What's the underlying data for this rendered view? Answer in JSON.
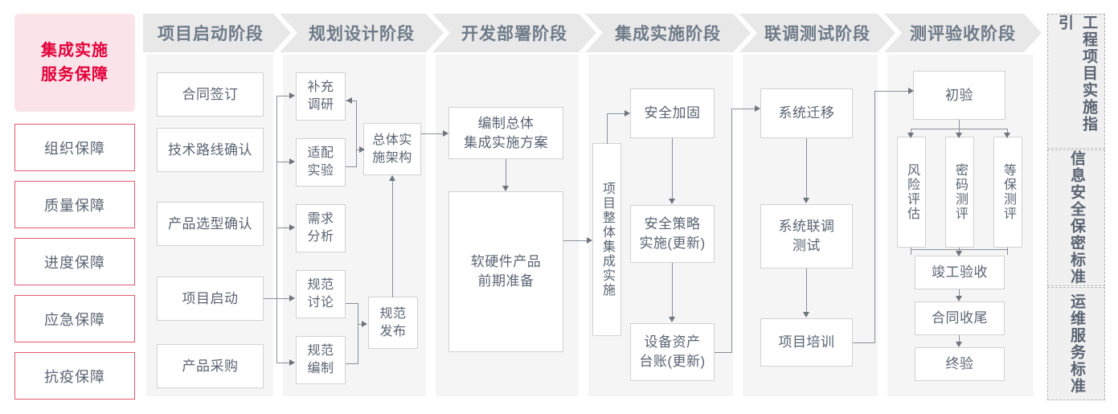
{
  "sidebar": {
    "header": "集成实施\n服务保障",
    "header_line1": "集成实施",
    "header_line2": "服务保障",
    "items": [
      {
        "label": "组织保障"
      },
      {
        "label": "质量保障"
      },
      {
        "label": "进度保障"
      },
      {
        "label": "应急保障"
      },
      {
        "label": "抗疫保障"
      }
    ],
    "accent_color": "#e4003a",
    "header_bg": "#fbe4e9",
    "item_border": "#e05a70"
  },
  "phases": [
    {
      "id": "startup",
      "title": "项目启动阶段",
      "nodes": [
        {
          "label": "合同签订"
        },
        {
          "label": "技术路线确认"
        },
        {
          "label": "产品选型确认"
        },
        {
          "label": "项目启动"
        },
        {
          "label": "产品采购"
        }
      ]
    },
    {
      "id": "planning",
      "title": "规划设计阶段",
      "nodes": [
        {
          "label": "补充\n调研",
          "l1": "补充",
          "l2": "调研"
        },
        {
          "label": "适配\n实验",
          "l1": "适配",
          "l2": "实验"
        },
        {
          "label": "需求\n分析",
          "l1": "需求",
          "l2": "分析"
        },
        {
          "label": "规范\n讨论",
          "l1": "规范",
          "l2": "讨论"
        },
        {
          "label": "规范\n编制",
          "l1": "规范",
          "l2": "编制"
        },
        {
          "label": "总体实\n施架构",
          "l1": "总体实",
          "l2": "施架构"
        },
        {
          "label": "规范\n发布",
          "l1": "规范",
          "l2": "发布"
        }
      ]
    },
    {
      "id": "develop",
      "title": "开发部署阶段",
      "nodes": [
        {
          "label": "编制总体\n集成实施方案",
          "l1": "编制总体",
          "l2": "集成实施方案"
        },
        {
          "label": "软硬件产品\n前期准备",
          "l1": "软硬件产品",
          "l2": "前期准备"
        }
      ]
    },
    {
      "id": "integration",
      "title": "集成实施阶段",
      "nodes": [
        {
          "label": "项目整体集成实施"
        },
        {
          "label": "安全加固"
        },
        {
          "label": "安全策略\n实施(更新)",
          "l1": "安全策略",
          "l2": "实施(更新)"
        },
        {
          "label": "设备资产\n台账(更新)",
          "l1": "设备资产",
          "l2": "台账(更新)"
        }
      ]
    },
    {
      "id": "joint-test",
      "title": "联调测试阶段",
      "nodes": [
        {
          "label": "系统迁移"
        },
        {
          "label": "系统联调\n测试",
          "l1": "系统联调",
          "l2": "测试"
        },
        {
          "label": "项目培训"
        }
      ]
    },
    {
      "id": "acceptance",
      "title": "测评验收阶段",
      "nodes": [
        {
          "label": "初验"
        },
        {
          "label": "风险评估"
        },
        {
          "label": "密码测评"
        },
        {
          "label": "等保测评"
        },
        {
          "label": "竣工验收"
        },
        {
          "label": "合同收尾"
        },
        {
          "label": "终验"
        }
      ]
    }
  ],
  "legend": [
    {
      "label": "工程项目实施指引",
      "col_right": "程目施引",
      "col_left": "工项实指"
    },
    {
      "label": "信息安全保密标准",
      "col_right": "息全密准",
      "col_left": "信安保标"
    },
    {
      "label": "运维服务标准",
      "col_right": "维务准",
      "col_left": "运服标"
    }
  ]
}
